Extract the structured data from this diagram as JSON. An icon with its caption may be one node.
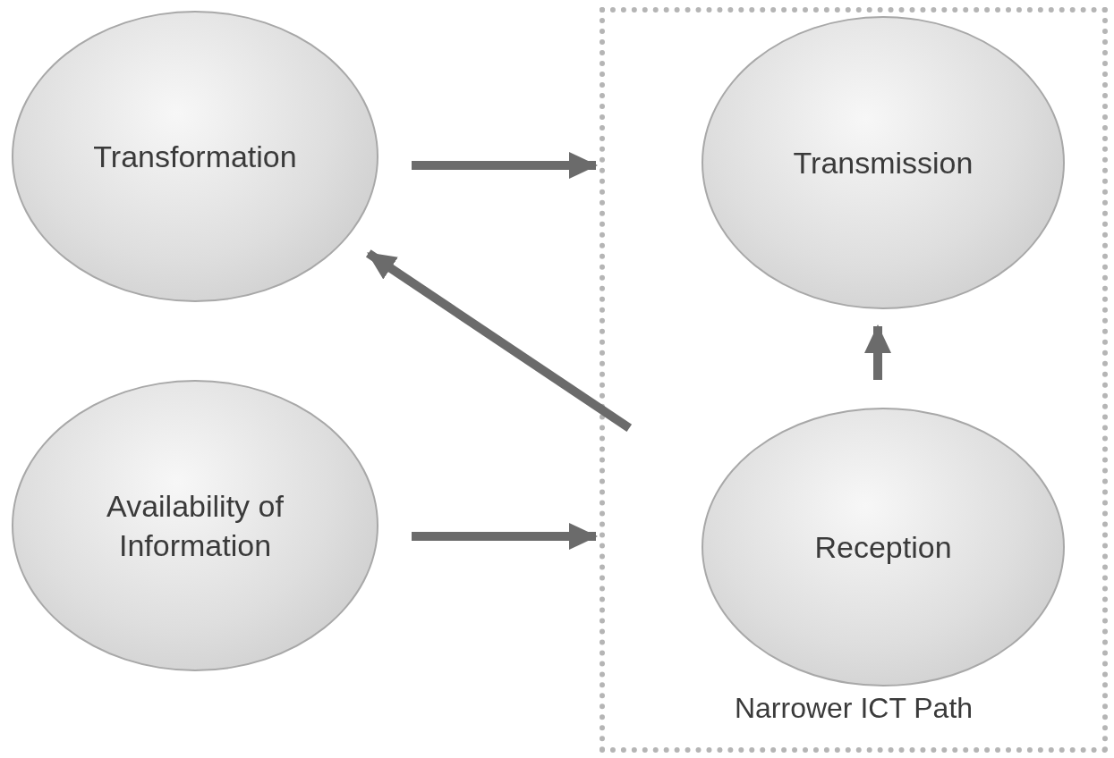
{
  "diagram": {
    "nodes": [
      {
        "text": [
          "Transformation"
        ]
      },
      {
        "text": [
          "Availability of Information"
        ]
      },
      {
        "text": [
          "Narrower ICT Path"
        ]
      },
      {
        "text": [
          "Transmission"
        ],
        "in": 2
      },
      {
        "text": [
          "Reception"
        ],
        "in": 2
      }
    ],
    "edges": [
      {
        "from": 0,
        "to": 2,
        "arrow": "to"
      },
      {
        "from": 2,
        "to": 0,
        "arrow": "to"
      },
      {
        "from": 1,
        "to": 2,
        "arrow": "to"
      },
      {
        "from": 4,
        "to": 3,
        "arrow": "to"
      }
    ]
  }
}
